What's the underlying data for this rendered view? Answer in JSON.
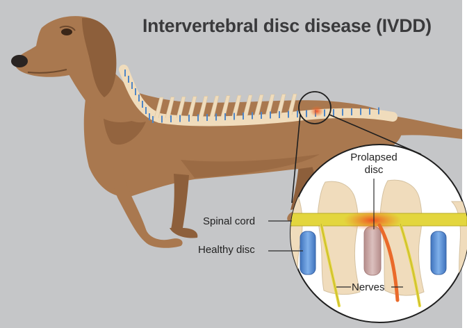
{
  "title": "Intervertebral disc disease (IVDD)",
  "labels": {
    "prolapsed_line1": "Prolapsed",
    "prolapsed_line2": "disc",
    "spinal_cord": "Spinal cord",
    "healthy_disc": "Healthy disc",
    "nerves": "Nerves"
  },
  "colors": {
    "background": "#c5c6c8",
    "dog_fur": "#a9784f",
    "dog_shadow": "#8d5f3b",
    "bone": "#f0dcbc",
    "spinal_cord": "#e3d63e",
    "healthy_disc": "#5b8fd0",
    "prolapsed_disc": "#c9a5a3",
    "inflammation": "#f06a2a"
  }
}
